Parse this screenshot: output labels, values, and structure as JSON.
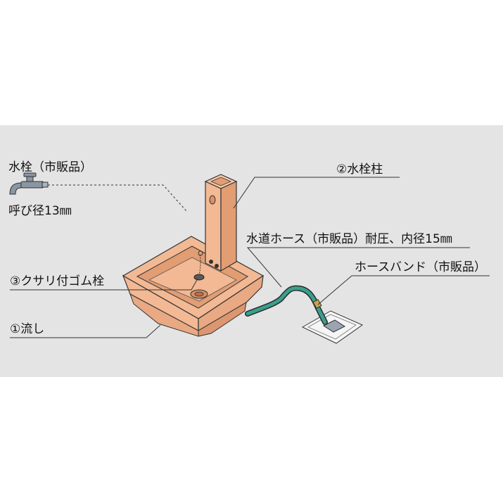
{
  "labels": {
    "faucet": "水栓（市販品）",
    "faucet_size": "呼び径13㎜",
    "post": "②水栓柱",
    "hose": "水道ホース（市販品）耐圧、内径15㎜",
    "hose_band": "ホースバンド（市販品）",
    "plug": "③クサリ付ゴム栓",
    "sink": "①流し"
  },
  "colors": {
    "panel_bg": "#e4e4e4",
    "sink_body": "#f2b994",
    "sink_shade": "#e29d73",
    "outline": "#333333",
    "hose": "#3a9f8c",
    "plate": "#f5f5f5"
  }
}
